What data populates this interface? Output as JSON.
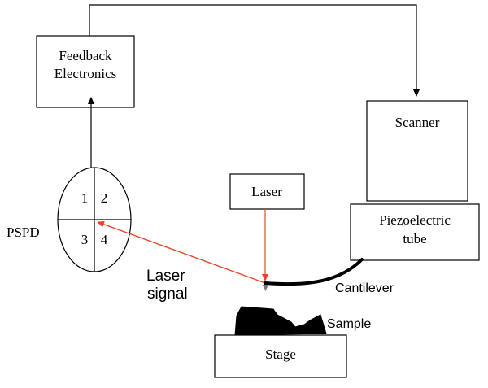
{
  "boxes": {
    "feedback": {
      "line1": "Feedback",
      "line2": "Electronics"
    },
    "scanner": {
      "label": "Scanner"
    },
    "laser": {
      "label": "Laser"
    },
    "piezo": {
      "line1": "Piezoelectric",
      "line2": "tube"
    },
    "stage": {
      "label": "Stage"
    }
  },
  "pspd": {
    "label": "PSPD",
    "quadrants": [
      "1",
      "2",
      "3",
      "4"
    ]
  },
  "labels": {
    "laser_signal_line1": "Laser",
    "laser_signal_line2": "signal",
    "cantilever": "Cantilever",
    "sample": "Sample"
  },
  "colors": {
    "laser_beam": "#e8452c",
    "line": "#000000",
    "tip": "#777777"
  }
}
